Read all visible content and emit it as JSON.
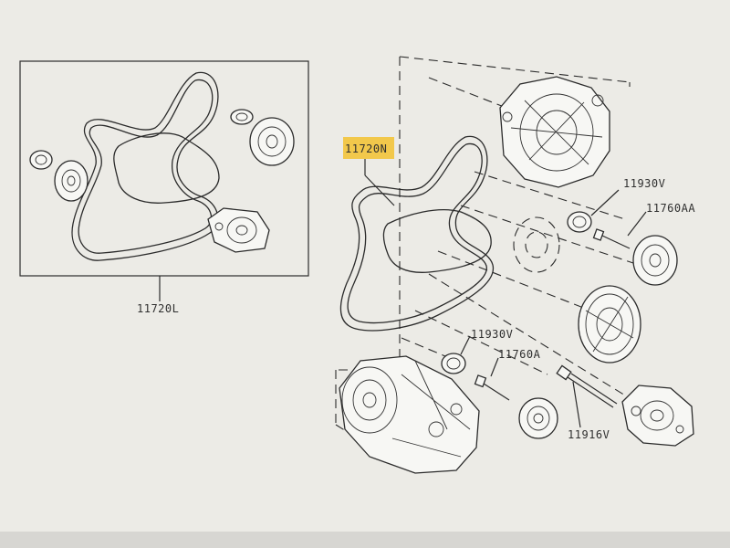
{
  "diagram": {
    "background": "#ecebe6",
    "highlight_color": "#f2c84b",
    "labels": {
      "belt_kit": "11720L",
      "belt": "11720N",
      "idler_spacer_upper": "11930V",
      "idler_pulley_upper": "11760AA",
      "idler_spacer_lower": "11930V",
      "idler_pulley_lower": "11760A",
      "bolt": "11916V"
    }
  }
}
